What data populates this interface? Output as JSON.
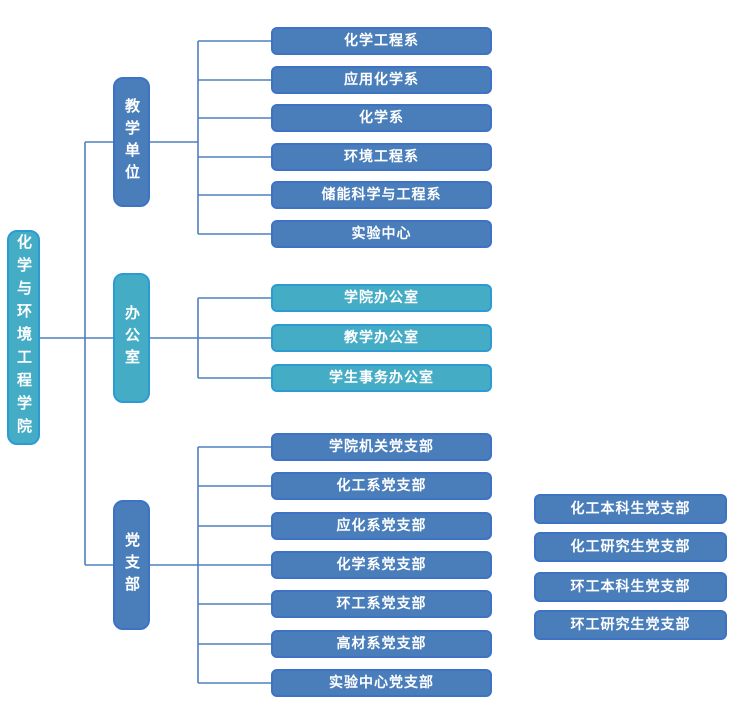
{
  "root": {
    "label": "化学与环境工程学院"
  },
  "groups": [
    {
      "label": "教学单位",
      "children": [
        "化学工程系",
        "应用化学系",
        "化学系",
        "环境工程系",
        "储能科学与工程系",
        "实验中心"
      ]
    },
    {
      "label": "办公室",
      "children": [
        "学院办公室",
        "教学办公室",
        "学生事务办公室"
      ]
    },
    {
      "label": "党支部",
      "children": [
        "学院机关党支部",
        "化工系党支部",
        "应化系党支部",
        "化学系党支部",
        "环工系党支部",
        "高材系党支部",
        "实验中心党支部"
      ]
    }
  ],
  "floating_nodes": [
    "化工本科生党支部",
    "化工研究生党支部",
    "环工本科生党支部",
    "环工研究生党支部"
  ],
  "colors": {
    "blue_fill": "#4a7ebb",
    "blue_border": "#3d72c4",
    "teal_fill": "#45acc6",
    "teal_border": "#2d9bd3",
    "connector": "#4e80be"
  }
}
